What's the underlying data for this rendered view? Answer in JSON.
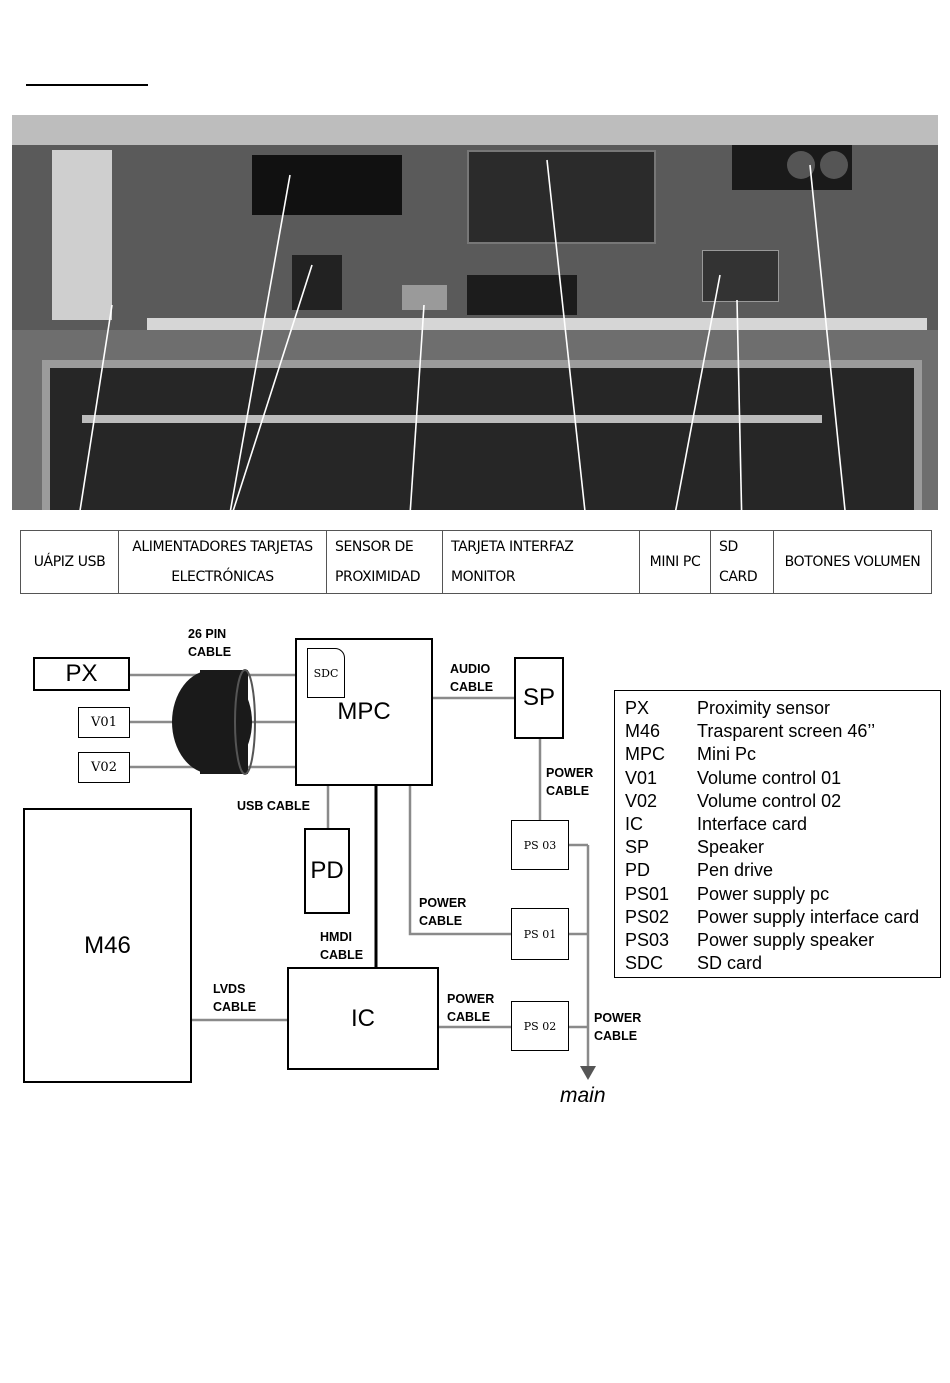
{
  "caption": {
    "cells": [
      {
        "lines": [
          "UÁPIZ USB"
        ]
      },
      {
        "lines": [
          "ALIMENTADORES TARJETAS",
          "ELECTRÓNICAS"
        ]
      },
      {
        "lines": [
          "SENSOR DE",
          "PROXIMIDAD"
        ]
      },
      {
        "lines": [
          "TARJETA INTERFAZ",
          "MONITOR"
        ]
      },
      {
        "lines": [
          "MINI PC"
        ]
      },
      {
        "lines": [
          "SD",
          "CARD"
        ]
      },
      {
        "lines": [
          "BOTONES  VOLUMEN"
        ]
      }
    ]
  },
  "diagram": {
    "blocks": {
      "px": "PX",
      "v01": "V01",
      "v02": "V02",
      "mpc": "MPC",
      "sdc": "SDC",
      "sp": "SP",
      "pd": "PD",
      "m46": "M46",
      "ic": "IC",
      "ps03": "PS 03",
      "ps01": "PS 01",
      "ps02": "PS 02"
    },
    "cable_labels": {
      "pin26": [
        "26 PIN",
        "CABLE"
      ],
      "audio": [
        "AUDIO",
        "CABLE"
      ],
      "power_sp": [
        "POWER",
        "CABLE"
      ],
      "usb": [
        "USB CABLE"
      ],
      "power_mpc": [
        "POWER",
        "CABLE"
      ],
      "hdmi": [
        "HMDI",
        "CABLE"
      ],
      "lvds": [
        "LVDS",
        "CABLE"
      ],
      "power_ic": [
        "POWER",
        "CABLE"
      ],
      "power_main": [
        "POWER",
        "CABLE"
      ]
    },
    "main_label": "main"
  },
  "legend": [
    {
      "code": "PX",
      "desc": "Proximity sensor"
    },
    {
      "code": "M46",
      "desc": "Trasparent screen 46’’"
    },
    {
      "code": "MPC",
      "desc": "Mini Pc"
    },
    {
      "code": "V01",
      "desc": "Volume control 01"
    },
    {
      "code": "V02",
      "desc": "Volume control 02"
    },
    {
      "code": "IC",
      "desc": "Interface card"
    },
    {
      "code": "SP",
      "desc": "Speaker"
    },
    {
      "code": "PD",
      "desc": "Pen  drive"
    },
    {
      "code": "PS01",
      "desc": "Power supply pc"
    },
    {
      "code": "PS02",
      "desc": "Power supply interface card"
    },
    {
      "code": "PS03",
      "desc": "Power supply speaker"
    },
    {
      "code": "SDC",
      "desc": "SD card"
    }
  ]
}
